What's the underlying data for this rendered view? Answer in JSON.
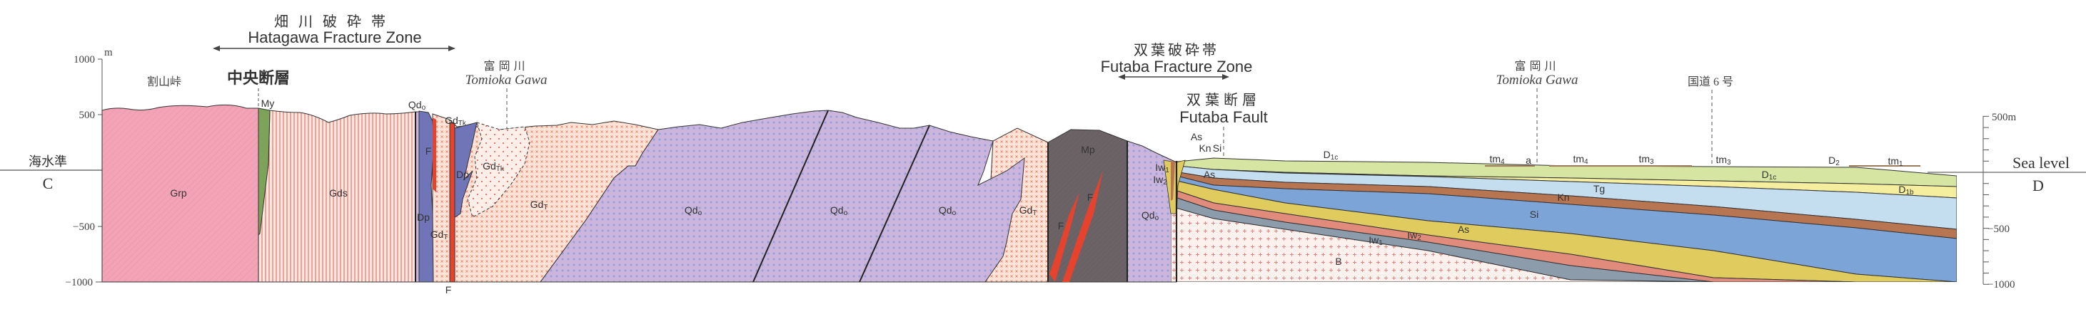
{
  "titles": {
    "hatagawa_jp": "畑川破砕帯",
    "hatagawa_en": "Hatagawa Fracture Zone",
    "futaba_zone_jp": "双葉破砕帯",
    "futaba_zone_en": "Futaba Fracture Zone",
    "futaba_fault_jp": "双葉断層",
    "futaba_fault_en": "Futaba Fault",
    "chuo_fault_jp": "中央断層"
  },
  "places": {
    "wariyama_pass": "割山峠",
    "tomioka_jp": "富岡川",
    "tomioka_en": "Tomioka Gawa",
    "route6": "国道 6 号"
  },
  "left_axis": {
    "unit": "m",
    "ticks": [
      "1000",
      "500",
      "−500",
      "−1000"
    ],
    "sea_level_jp": "海水準",
    "section_end": "C"
  },
  "right_axis": {
    "ticks": [
      "500m",
      "−500",
      "−1000"
    ],
    "sea_level_en": "Sea level",
    "section_end": "D"
  },
  "units": [
    {
      "id": "grp",
      "text": "Grp",
      "sub": ""
    },
    {
      "id": "my",
      "text": "My",
      "sub": ""
    },
    {
      "id": "gds",
      "text": "Gds",
      "sub": ""
    },
    {
      "id": "qdo-a",
      "text": "Qd",
      "sub": "o"
    },
    {
      "id": "gdtk-a",
      "text": "Gd",
      "sub": "Tk"
    },
    {
      "id": "f-a",
      "text": "F",
      "sub": ""
    },
    {
      "id": "dp-a",
      "text": "Dp",
      "sub": ""
    },
    {
      "id": "gdtk-b",
      "text": "Gd",
      "sub": "Tk"
    },
    {
      "id": "dp-b",
      "text": "Dp",
      "sub": ""
    },
    {
      "id": "gdt-a",
      "text": "Gd",
      "sub": "T"
    },
    {
      "id": "f-b",
      "text": "F",
      "sub": ""
    },
    {
      "id": "gdt-b",
      "text": "Gd",
      "sub": "T"
    },
    {
      "id": "qdo-b",
      "text": "Qd",
      "sub": "o"
    },
    {
      "id": "qdo-c",
      "text": "Qd",
      "sub": "o"
    },
    {
      "id": "qdo-d",
      "text": "Qd",
      "sub": "o"
    },
    {
      "id": "gdt-c",
      "text": "Gd",
      "sub": "T"
    },
    {
      "id": "mp",
      "text": "Mp",
      "sub": ""
    },
    {
      "id": "f-c",
      "text": "F",
      "sub": ""
    },
    {
      "id": "f-d",
      "text": "F",
      "sub": ""
    },
    {
      "id": "qdo-e",
      "text": "Qd",
      "sub": "o"
    },
    {
      "id": "as-a",
      "text": "As",
      "sub": ""
    },
    {
      "id": "kn-a",
      "text": "Kn",
      "sub": ""
    },
    {
      "id": "si-a",
      "text": "Si",
      "sub": ""
    },
    {
      "id": "iw1-a",
      "text": "Iw",
      "sub": "1"
    },
    {
      "id": "iw2-a",
      "text": "Iw",
      "sub": "2"
    },
    {
      "id": "as-b",
      "text": "As",
      "sub": ""
    },
    {
      "id": "d1c-a",
      "text": "D",
      "sub": "1c"
    },
    {
      "id": "tm4-a",
      "text": "tm",
      "sub": "4"
    },
    {
      "id": "a",
      "text": "a",
      "sub": ""
    },
    {
      "id": "tm4-b",
      "text": "tm",
      "sub": "4"
    },
    {
      "id": "tg",
      "text": "Tg",
      "sub": ""
    },
    {
      "id": "kn-b",
      "text": "Kn",
      "sub": ""
    },
    {
      "id": "si-b",
      "text": "Si",
      "sub": ""
    },
    {
      "id": "as-c",
      "text": "As",
      "sub": ""
    },
    {
      "id": "iw2-b",
      "text": "Iw",
      "sub": "2"
    },
    {
      "id": "iw1-b",
      "text": "Iw",
      "sub": "1"
    },
    {
      "id": "b",
      "text": "B",
      "sub": ""
    },
    {
      "id": "tm3-a",
      "text": "tm",
      "sub": "3"
    },
    {
      "id": "tm3-b",
      "text": "tm",
      "sub": "3"
    },
    {
      "id": "d1c-b",
      "text": "D",
      "sub": "1c"
    },
    {
      "id": "d2",
      "text": "D",
      "sub": "2"
    },
    {
      "id": "tm1",
      "text": "tm",
      "sub": "1"
    },
    {
      "id": "d1b",
      "text": "D",
      "sub": "1b"
    }
  ],
  "colors": {
    "grp": "#f2a3b5",
    "my": "#7da35a",
    "gds": "#fbe6e0",
    "gds_line": "#e4766a",
    "dp": "#6f75b6",
    "f": "#e5432e",
    "gdt": "#fde3d8",
    "gdt_mark": "#ee7a5c",
    "gdtk": "#fdeee8",
    "qdo": "#cbb5dc",
    "qdo_mark": "#7f96d8",
    "mp": "#6c6367",
    "d1c": "#d6e5a2",
    "d1b": "#f4ee9e",
    "tg": "#c4ddef",
    "kn": "#b87552",
    "si": "#7ca4d6",
    "as": "#dfcb5e",
    "iw2": "#e08b7b",
    "iw1": "#8c9cab",
    "b": "#fdf1ee",
    "b_mark": "#f07a7a"
  }
}
